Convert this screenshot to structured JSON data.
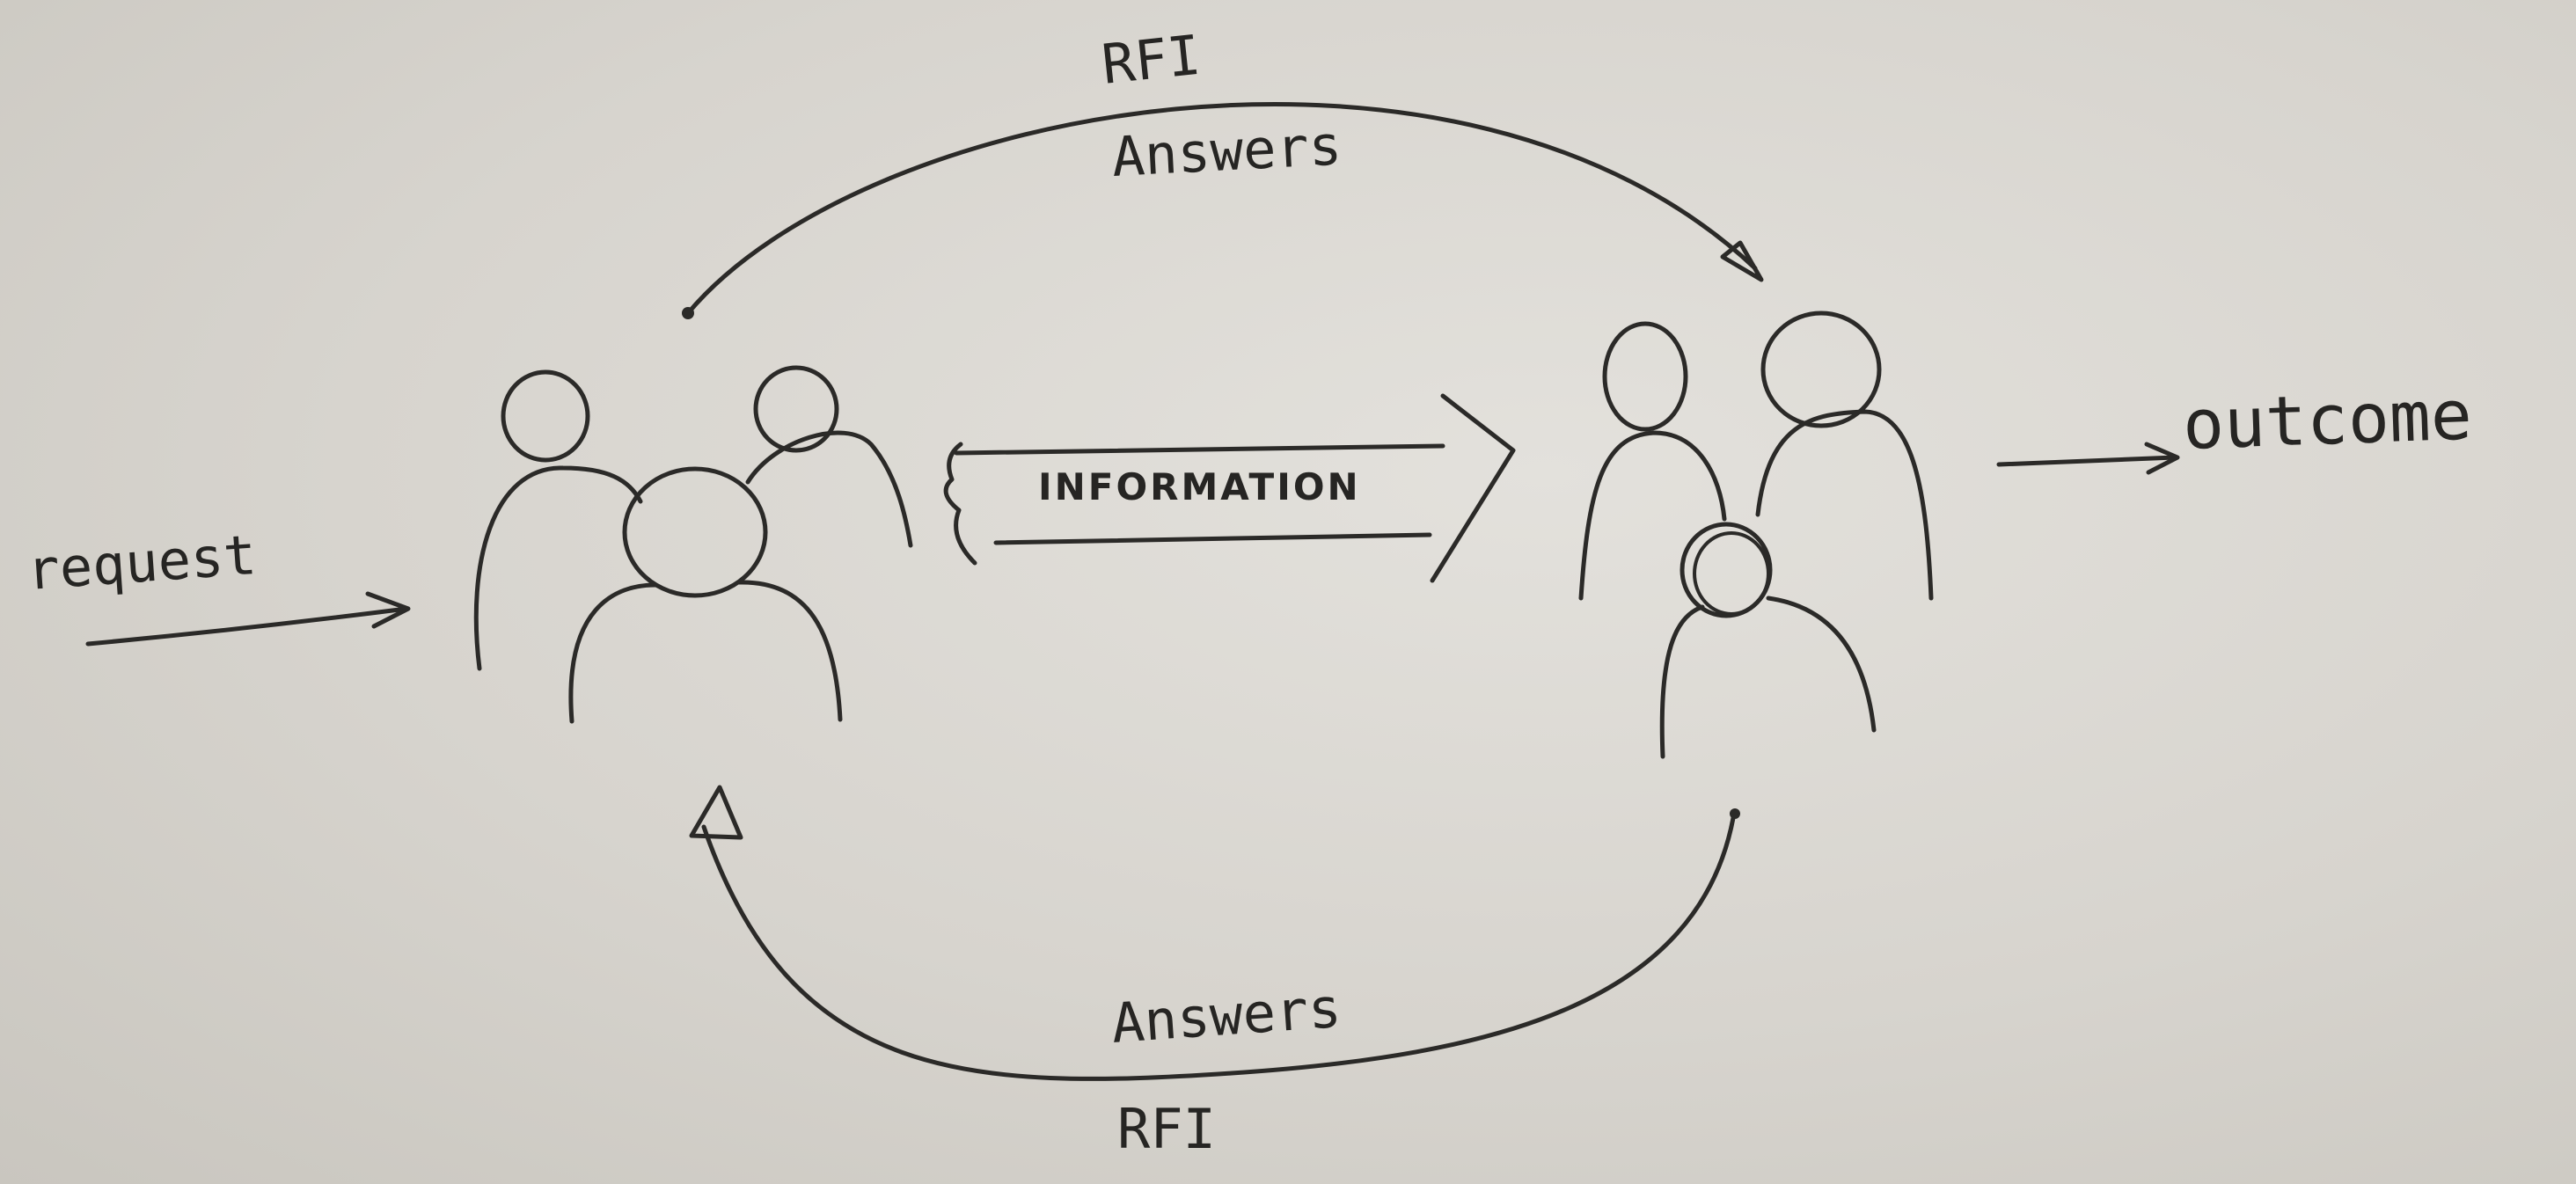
{
  "diagram": {
    "labels": {
      "request": "request",
      "information": "INFORMATION",
      "outcome": "outcome",
      "top_rfi": "RFI",
      "top_answers": "Answers",
      "bottom_answers": "Answers",
      "bottom_rfi": "RFI"
    },
    "groups": {
      "left_team_count": 3,
      "right_team_count": 3
    },
    "ink_color": "#2b2a28",
    "paper_color": "#dcd9d3"
  }
}
